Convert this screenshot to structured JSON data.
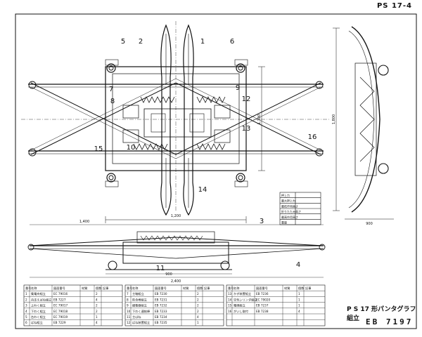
{
  "sheet_number": "PS 17-4",
  "drawing_title": "P S 17 形パンタグラフ組立",
  "drawing_number": "EB 7197",
  "part_callouts": [
    "1",
    "2",
    "3",
    "4",
    "5",
    "6",
    "7",
    "8",
    "9",
    "10",
    "11",
    "12",
    "13",
    "14",
    "15",
    "16"
  ],
  "dimensions": {
    "top_width": "1,200",
    "bottom_base": "900",
    "bottom_span": "1,400",
    "bottom_total": "2,400",
    "side_height": "1,800",
    "side_base": "900",
    "mid_height": "1,100"
  },
  "parts_table_headers": [
    "番号",
    "名称",
    "図面番号",
    "材質",
    "個数",
    "記事"
  ],
  "parts_rows": [
    [
      "1",
      "集電舟組立",
      "EC 79016",
      "",
      "2"
    ],
    [
      "2",
      "舟支えばね組立",
      "EB 7227",
      "",
      "4"
    ],
    [
      "3",
      "上わく組立",
      "EC 79017",
      "",
      "2"
    ],
    [
      "4",
      "下わく組立",
      "EC 79018",
      "",
      "2"
    ],
    [
      "5",
      "台わく組立",
      "EC 79019",
      "",
      "1"
    ],
    [
      "6",
      "ばね組立",
      "EB 7229",
      "",
      "4"
    ],
    [
      "7",
      "主軸組立",
      "EB 7230",
      "",
      "2"
    ],
    [
      "8",
      "釣合棒組立",
      "EB 7231",
      "",
      "2"
    ],
    [
      "9",
      "緩衝器組立",
      "EB 7232",
      "",
      "2"
    ],
    [
      "10",
      "下わく連結棒",
      "EB 7233",
      "",
      "2"
    ],
    [
      "11",
      "主ばね",
      "EB 7234",
      "",
      "4"
    ],
    [
      "12",
      "ばね装置組立",
      "EB 7235",
      "",
      "1"
    ],
    [
      "13",
      "かぎ装置組立",
      "EB 7236",
      "",
      "1"
    ],
    [
      "14",
      "空気シリンダ組立",
      "EC 79020",
      "",
      "1"
    ],
    [
      "15",
      "電線組立",
      "EB 7237",
      "",
      "1"
    ],
    [
      "16",
      "がいし取付",
      "EB 7238",
      "",
      "4"
    ]
  ],
  "spec_labels": [
    "押上力",
    "最大押上力",
    "最低作用高さ",
    "折りたたみ高さ",
    "最高作用高さ",
    "重量"
  ]
}
